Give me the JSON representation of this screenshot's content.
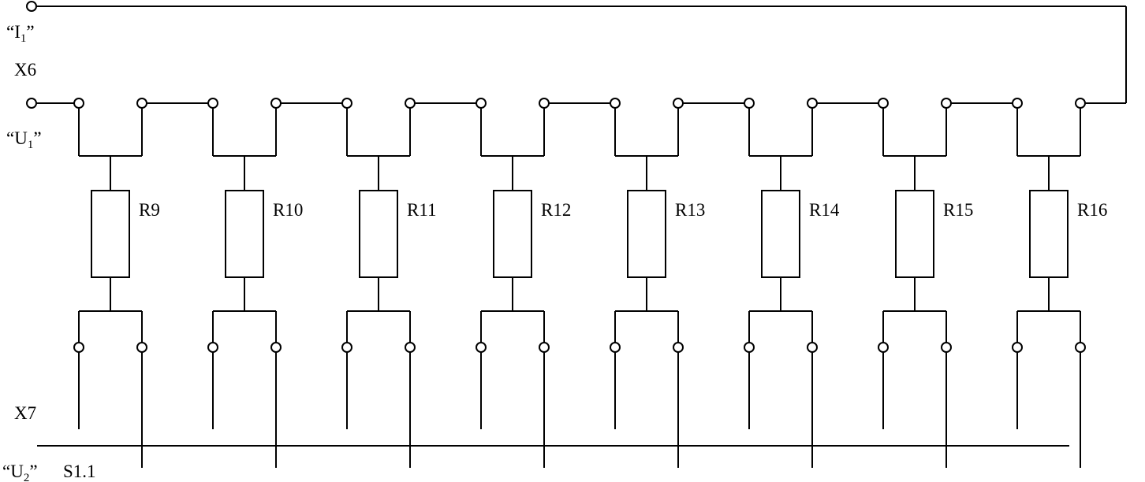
{
  "labels": {
    "i1": {
      "open": "“I",
      "sub": "1",
      "close": "”"
    },
    "x6": "X6",
    "u1": {
      "open": "“U",
      "sub": "1",
      "close": "”"
    },
    "x7": "X7",
    "u2": {
      "open": "“U",
      "sub": "2",
      "close": "”"
    },
    "s11": "S1.1"
  },
  "resistors": [
    "R9",
    "R10",
    "R11",
    "R12",
    "R13",
    "R14",
    "R15",
    "R16"
  ],
  "colors": {
    "line": "#000000",
    "background": "#ffffff"
  }
}
